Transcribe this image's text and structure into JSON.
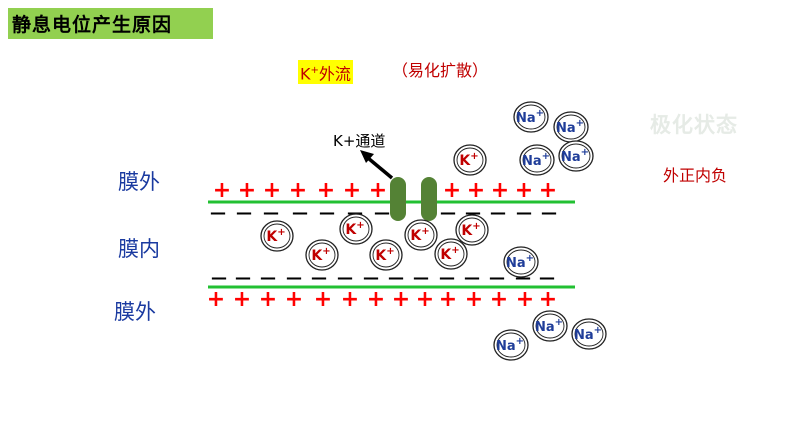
{
  "title": "静息电位产生原因",
  "k_outflow": {
    "base": "K",
    "sup": "+",
    "rest": "外流"
  },
  "diffusion": "（易化扩散）",
  "polarization_state": "极化状态",
  "outer_pos_inner_neg": "外正内负",
  "zones": {
    "outer_top": "膜外",
    "inner": "膜内",
    "outer_bottom": "膜外"
  },
  "channel_label": "K+通道",
  "plus_sign": "+",
  "minus_sign": "—",
  "k_ion": {
    "base": "K",
    "sup": "+"
  },
  "na_ion": {
    "base": "Na",
    "sup": "+"
  },
  "colors": {
    "title_bg": "#92d050",
    "membrane": "#22c032",
    "channel": "#548235",
    "charge_plus": "#ff0000",
    "charge_minus": "#000000",
    "k_ion_text": "#c00000",
    "na_ion_text": "#1f3d99",
    "zone_text": "#1a3aa0"
  }
}
